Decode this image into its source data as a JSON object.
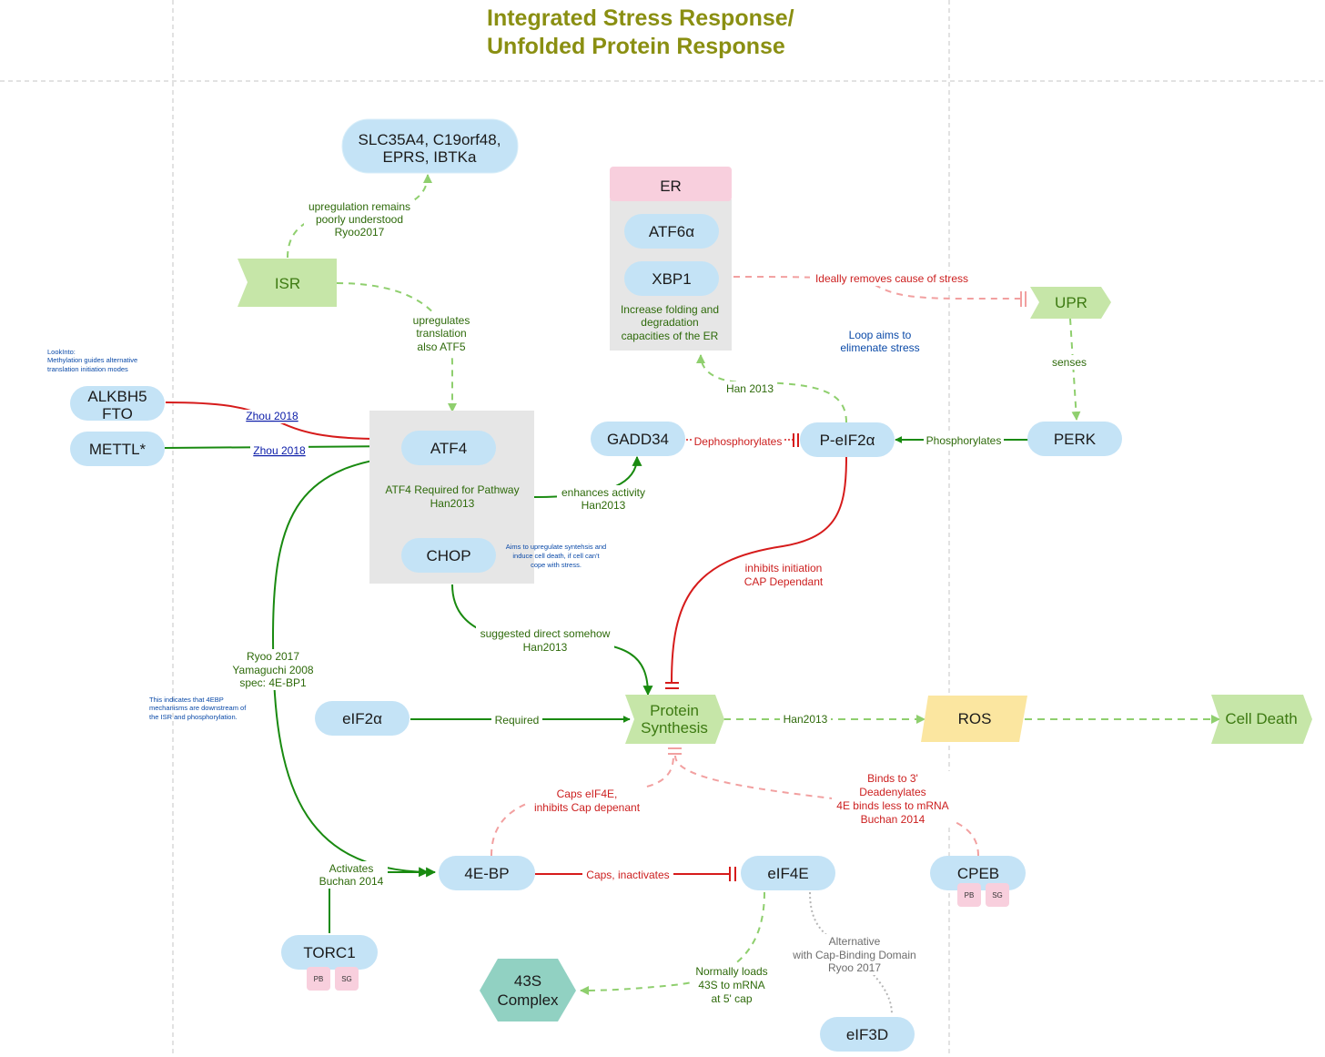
{
  "title": {
    "line1": "Integrated Stress Response/",
    "line2": "Unfolded Protein Response"
  },
  "colors": {
    "node_blue": "#c4e3f6",
    "node_green": "#c6e6a8",
    "node_yellow": "#fbe6a0",
    "node_teal": "#91d1c2",
    "er_header": "#f8cfdd",
    "box_gray": "#e6e6e6",
    "edge_green": "#198a10",
    "edge_green_dashed": "#8fcf6e",
    "edge_red": "#d61b1b",
    "edge_red_dashed": "#f2a0a0",
    "edge_gray_dotted": "#b5b5b5",
    "badge_pink": "#f8cfdd"
  },
  "nodes": {
    "slc": {
      "line1": "SLC35A4, C19orf48,",
      "line2": "EPRS, IBTKa"
    },
    "er_header": "ER",
    "atf6": "ATF6α",
    "xbp1": "XBP1",
    "er_note": {
      "line1": "Increase folding and",
      "line2": "degradation",
      "line3": "capacities of the ER"
    },
    "isr": "ISR",
    "upr": "UPR",
    "alkbh5": {
      "line1": "ALKBH5",
      "line2": "FTO"
    },
    "mettl": "METTL*",
    "atf4": "ATF4",
    "atf4_note": {
      "line1": "ATF4 Required for Pathway",
      "line2": "Han2013"
    },
    "chop": "CHOP",
    "gadd34": "GADD34",
    "peif2a": "P-eIF2α",
    "perk": "PERK",
    "eif2a": "eIF2α",
    "protein_synthesis": {
      "line1": "Protein",
      "line2": "Synthesis"
    },
    "ros": "ROS",
    "cell_death": "Cell Death",
    "fourebp": "4E-BP",
    "eif4e": "eIF4E",
    "cpeb": "CPEB",
    "torc1": "TORC1",
    "complex43s": {
      "line1": "43S",
      "line2": "Complex"
    },
    "eif3d": "eIF3D"
  },
  "badges": {
    "pb": "PB",
    "sg": "SG"
  },
  "labels": {
    "upregulation": {
      "line1": "upregulation remains",
      "line2": "poorly understood",
      "line3": "Ryoo2017"
    },
    "upregulates": {
      "line1": "upregulates",
      "line2": "translation",
      "line3": "also ATF5"
    },
    "ideally": "Ideally removes cause of stress",
    "senses": "senses",
    "loop": {
      "line1": "Loop aims to",
      "line2": "elimenate stress"
    },
    "han2013_er": "Han 2013",
    "dephos": "Dephosphorylates",
    "phos": "Phosphorylates",
    "zhou1": "Zhou 2018",
    "zhou2": "Zhou 2018",
    "enhances": {
      "line1": "enhances activity",
      "line2": "Han2013"
    },
    "inhibits": {
      "line1": "inhibits initiation",
      "line2": "CAP Dependant"
    },
    "suggested": {
      "line1": "suggested direct somehow",
      "line2": "Han2013"
    },
    "ryoo": {
      "line1": "Ryoo 2017",
      "line2": "Yamaguchi 2008",
      "line3": "spec: 4E-BP1"
    },
    "required": "Required",
    "han2013_ros": "Han2013",
    "caps_eif4e": {
      "line1": "Caps eIF4E,",
      "line2": "inhibits Cap depenant"
    },
    "binds": {
      "line1": "Binds to 3'",
      "line2": "Deadenylates",
      "line3": "4E binds less to mRNA",
      "line4": "Buchan 2014"
    },
    "activates": {
      "line1": "Activates",
      "line2": "Buchan 2014"
    },
    "caps_inact": "Caps, inactivates",
    "normally": {
      "line1": "Normally loads",
      "line2": "43S to mRNA",
      "line3": "at 5' cap"
    },
    "alternative": {
      "line1": "Alternative",
      "line2": "with Cap-Binding Domain",
      "line3": "Ryoo 2017"
    }
  },
  "notes": {
    "lookinto": {
      "line1": "LookInto:",
      "line2": "Methylation guides  alternative",
      "line3": "translation initiation modes"
    },
    "chop_note": {
      "line1": "Aims to upregulate syntehsis and",
      "line2": "induce cell death, if cell can't",
      "line3": "cope with stress."
    },
    "fourebp_note": {
      "line1": "This indicates that 4EBP",
      "line2": "mechanisms are downstream of",
      "line3": "the ISR and phosphorylation."
    }
  }
}
